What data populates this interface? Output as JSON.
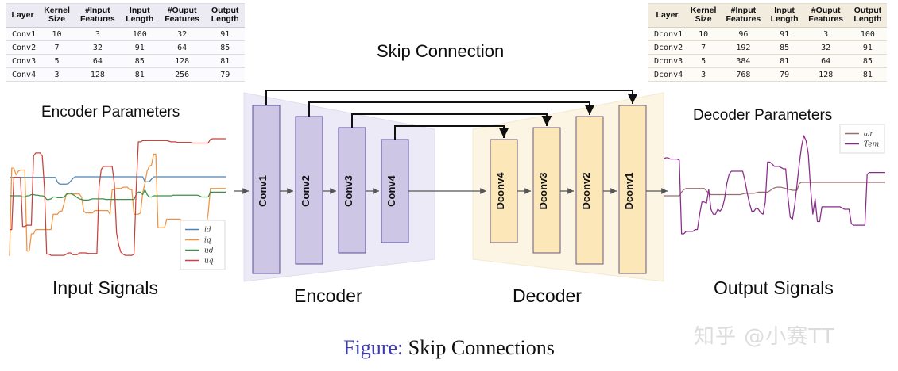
{
  "encoder_table": {
    "name": "Encoder Parameters",
    "headers": [
      "Layer",
      "Kernel Size",
      "#Input Features",
      "Input Length",
      "#Ouput Features",
      "Output Length"
    ],
    "rows": [
      [
        "Conv1",
        "10",
        "3",
        "100",
        "32",
        "91"
      ],
      [
        "Conv2",
        "7",
        "32",
        "91",
        "64",
        "85"
      ],
      [
        "Conv3",
        "5",
        "64",
        "85",
        "128",
        "81"
      ],
      [
        "Conv4",
        "3",
        "128",
        "81",
        "256",
        "79"
      ]
    ]
  },
  "decoder_table": {
    "name": "Decoder Parameters",
    "headers": [
      "Layer",
      "Kernel Size",
      "#Input Features",
      "Input Length",
      "#Ouput Features",
      "Output Length"
    ],
    "rows": [
      [
        "Dconv1",
        "10",
        "96",
        "91",
        "3",
        "100"
      ],
      [
        "Dconv2",
        "7",
        "192",
        "85",
        "32",
        "91"
      ],
      [
        "Dconv3",
        "5",
        "384",
        "81",
        "64",
        "85"
      ],
      [
        "Dconv4",
        "3",
        "768",
        "79",
        "128",
        "81"
      ]
    ]
  },
  "labels": {
    "encoder_params": "Encoder Parameters",
    "decoder_params": "Decoder Parameters",
    "skip_connection": "Skip Connection",
    "input_signals": "Input Signals",
    "output_signals": "Output Signals",
    "encoder": "Encoder",
    "decoder": "Decoder"
  },
  "caption": {
    "prefix": "Figure:",
    "text": "Skip Connections",
    "prefix_color": "#3c3cad"
  },
  "watermark": {
    "text": "知乎 @小赛TT"
  },
  "diagram": {
    "encoder_blocks": [
      {
        "label": "Conv1"
      },
      {
        "label": "Conv2"
      },
      {
        "label": "Conv3"
      },
      {
        "label": "Conv4"
      }
    ],
    "decoder_blocks": [
      {
        "label": "Dconv4"
      },
      {
        "label": "Dconv3"
      },
      {
        "label": "Dconv2"
      },
      {
        "label": "Dconv1"
      }
    ],
    "skip_links": [
      {
        "from": "Conv1",
        "to": "Dconv1"
      },
      {
        "from": "Conv2",
        "to": "Dconv2"
      },
      {
        "from": "Conv3",
        "to": "Dconv3"
      },
      {
        "from": "Conv4",
        "to": "Dconv4"
      }
    ],
    "colors": {
      "encoder_block_fill": "#cdc6e4",
      "encoder_block_stroke": "#5b4d9c",
      "encoder_trapezoid_fill": "#ecebf6",
      "decoder_block_fill": "#fbe7b8",
      "decoder_block_stroke": "#6b5a7a",
      "decoder_trapezoid_fill": "#fdf4e1",
      "arrow": "#555555",
      "skip_arrow": "#111111"
    }
  },
  "chart_data": [
    {
      "id": "input-signals-chart",
      "type": "line",
      "title": "Input Signals",
      "xlabel": "",
      "ylabel": "",
      "grid": false,
      "legend_position": "bottom-right",
      "xlim": [
        0,
        100
      ],
      "ylim": [
        -1.15,
        1.15
      ],
      "series": [
        {
          "name": "i_d",
          "color": "#4c85b5",
          "values": [
            0.3,
            0.3,
            0.3,
            0.3,
            0.3,
            0.3,
            0.3,
            0.3,
            0.3,
            0.3,
            0.3,
            0.3,
            0.3,
            0.3,
            0.3,
            0.3,
            0.3,
            0.3,
            0.3,
            0.3,
            0.3,
            0.3,
            0.22,
            0.19,
            0.19,
            0.19,
            0.19,
            0.2,
            0.24,
            0.28,
            0.31,
            0.31,
            0.31,
            0.31,
            0.31,
            0.31,
            0.31,
            0.31,
            0.31,
            0.31,
            0.31,
            0.31,
            0.31,
            0.31,
            0.31,
            0.31,
            0.31,
            0.31,
            0.31,
            0.31,
            0.31,
            0.31,
            0.31,
            0.31,
            0.31,
            0.31,
            0.31,
            0.31,
            0.31,
            0.31,
            0.31,
            0.31,
            0.23,
            0.23,
            0.23,
            0.27,
            0.31,
            0.31,
            0.31,
            0.31,
            0.31,
            0.31,
            0.31,
            0.31,
            0.31,
            0.31,
            0.31,
            0.31,
            0.31,
            0.31,
            0.31,
            0.31,
            0.31,
            0.31,
            0.31,
            0.31,
            0.31,
            0.31,
            0.31,
            0.31,
            0.31,
            0.31,
            0.31,
            0.31,
            0.31,
            0.31,
            0.31,
            0.31,
            0.31,
            0.31
          ]
        },
        {
          "name": "i_q",
          "color": "#ef9340",
          "values": [
            -0.98,
            0.45,
            0.45,
            0.34,
            0.4,
            0.42,
            0.42,
            0.42,
            -0.9,
            -0.9,
            -0.62,
            -0.62,
            -0.55,
            -0.55,
            -0.55,
            -0.55,
            -0.55,
            -0.55,
            -0.55,
            -0.55,
            -0.3,
            -0.3,
            -0.3,
            -0.25,
            -0.25,
            -0.12,
            0.03,
            0.03,
            0.03,
            0.03,
            0.03,
            0.03,
            0.03,
            -0.02,
            -0.25,
            -0.28,
            -0.28,
            -0.28,
            -0.28,
            -0.24,
            -0.24,
            -0.24,
            -0.24,
            -0.24,
            -0.24,
            -0.24,
            -0.3,
            0.1,
            0.1,
            0.12,
            0.12,
            0.12,
            0.14,
            0.14,
            0.14,
            0.1,
            0.1,
            -0.3,
            -0.3,
            -0.3,
            -0.28,
            0.05,
            0.2,
            0.4,
            0.48,
            0.5,
            0.68,
            0.68,
            -0.52,
            -0.52,
            -0.52,
            -0.52,
            -0.38,
            -0.38,
            -0.38,
            -0.38,
            -0.38,
            -0.38,
            -0.38,
            -0.4,
            -0.48,
            -0.48,
            -0.48,
            -0.48,
            -0.48,
            -0.48,
            -0.52,
            -0.52,
            -0.52,
            -0.52,
            -0.52,
            -0.28,
            0.12,
            0.12,
            0.12,
            0.12,
            0.12,
            0.12,
            0.12,
            0.12
          ]
        },
        {
          "name": "u_d",
          "color": "#3f9149",
          "values": [
            0.0,
            0.0,
            0.0,
            0.0,
            0.0,
            0.0,
            -0.02,
            -0.02,
            0.0,
            0.0,
            0.02,
            0.02,
            0.01,
            0.01,
            0.0,
            0.0,
            -0.01,
            -0.06,
            -0.06,
            -0.05,
            -0.02,
            -0.02,
            -0.03,
            -0.03,
            -0.03,
            -0.02,
            0.02,
            0.04,
            0.04,
            0.02,
            0.0,
            -0.03,
            -0.05,
            -0.06,
            -0.07,
            -0.07,
            -0.07,
            -0.06,
            -0.05,
            -0.05,
            -0.05,
            -0.05,
            -0.05,
            -0.05,
            -0.06,
            -0.06,
            -0.06,
            -0.06,
            -0.06,
            -0.06,
            -0.06,
            -0.06,
            -0.06,
            -0.06,
            -0.06,
            -0.06,
            -0.06,
            -0.06,
            0.02,
            0.06,
            0.06,
            0.02,
            0.1,
            0.02,
            -0.02,
            -0.02,
            0.0,
            0.0,
            0.0,
            0.0,
            0.0,
            0.0,
            0.0,
            0.0,
            0.0,
            0.01,
            0.01,
            0.01,
            0.01,
            0.01,
            0.01,
            0.01,
            0.01,
            0.01,
            0.01,
            0.01,
            0.01,
            0.0,
            -0.02,
            -0.02,
            -0.02,
            -0.02,
            0.06,
            0.06,
            0.06,
            0.06,
            0.06,
            0.06,
            0.06,
            0.06
          ]
        },
        {
          "name": "u_q",
          "color": "#c8413b",
          "values": [
            -0.55,
            -0.55,
            0.3,
            0.3,
            0.3,
            0.3,
            -0.5,
            -0.5,
            -0.48,
            -0.48,
            -0.48,
            0.65,
            0.7,
            0.7,
            0.7,
            0.65,
            0.12,
            -0.95,
            -0.95,
            -0.97,
            -0.97,
            -0.97,
            -0.97,
            -0.97,
            -0.97,
            -0.97,
            -0.95,
            -0.93,
            -0.93,
            -0.96,
            -0.96,
            -0.96,
            -0.93,
            -0.93,
            -0.93,
            -0.93,
            -0.94,
            -0.94,
            -0.94,
            -0.94,
            -0.94,
            0.15,
            0.43,
            0.48,
            0.48,
            0.48,
            0.48,
            0.48,
            0.2,
            -0.6,
            -0.8,
            -0.92,
            -0.95,
            -0.97,
            -0.97,
            -0.97,
            -0.97,
            -0.95,
            0.1,
            0.88,
            0.88,
            0.9,
            0.9,
            0.9,
            0.9,
            0.9,
            0.9,
            0.9,
            0.9,
            0.9,
            0.9,
            0.9,
            0.9,
            0.89,
            0.88,
            0.88,
            0.88,
            0.87,
            0.87,
            0.87,
            0.87,
            0.87,
            0.87,
            0.87,
            0.86,
            0.86,
            0.86,
            0.86,
            0.86,
            0.86,
            0.86,
            0.86,
            0.92,
            0.93,
            0.93,
            0.93,
            0.93,
            0.93,
            0.93,
            0.93
          ]
        }
      ]
    },
    {
      "id": "output-signals-chart",
      "type": "line",
      "title": "Output Signals",
      "xlabel": "",
      "ylabel": "",
      "grid": false,
      "legend_position": "top-right",
      "xlim": [
        0,
        100
      ],
      "ylim": [
        -1.15,
        1.15
      ],
      "series": [
        {
          "name": "omega_r",
          "color": "#9c6c6c",
          "values": [
            0.0,
            0.0,
            0.0,
            0.0,
            0.0,
            0.0,
            0.0,
            0.0,
            0.0,
            0.06,
            0.1,
            0.12,
            0.12,
            0.12,
            0.12,
            0.12,
            0.12,
            0.12,
            0.12,
            0.12,
            0.08,
            0.04,
            0.02,
            0.02,
            0.02,
            0.02,
            0.02,
            0.02,
            0.02,
            0.02,
            0.02,
            0.02,
            0.02,
            0.02,
            0.02,
            0.02,
            0.03,
            0.04,
            0.04,
            0.04,
            0.04,
            0.04,
            0.05,
            0.06,
            0.06,
            0.06,
            0.06,
            0.06,
            0.08,
            0.11,
            0.13,
            0.14,
            0.14,
            0.14,
            0.13,
            0.12,
            0.11,
            0.1,
            0.09,
            0.09,
            0.09,
            0.2,
            0.22,
            0.22,
            0.22,
            0.22,
            0.22,
            0.22,
            0.22,
            0.22,
            0.22,
            0.22,
            0.22,
            0.22,
            0.22,
            0.22,
            0.22,
            0.22,
            0.22,
            0.22,
            0.22,
            0.22,
            0.22,
            0.22,
            0.22,
            0.22,
            0.22,
            0.22,
            0.22,
            0.22,
            0.22,
            0.22,
            0.22,
            0.22,
            0.22,
            0.22,
            0.22,
            0.22,
            0.22,
            0.22
          ]
        },
        {
          "name": "T_em",
          "color": "#8b2a8b",
          "values": [
            -1.0,
            0.6,
            0.62,
            0.62,
            0.6,
            0.6,
            0.6,
            0.6,
            0.58,
            -0.62,
            -0.62,
            -0.58,
            -0.58,
            -0.58,
            -0.58,
            -0.55,
            -0.55,
            -0.3,
            -0.1,
            -0.1,
            -0.12,
            0.1,
            -0.22,
            -0.3,
            -0.3,
            -0.22,
            -0.25,
            -0.2,
            -0.05,
            0.2,
            0.35,
            0.4,
            0.4,
            0.4,
            0.4,
            0.4,
            0.4,
            0.25,
            0.05,
            -0.12,
            -0.25,
            -0.25,
            -0.2,
            -0.22,
            -0.28,
            -0.3,
            -0.1,
            0.55,
            0.55,
            0.52,
            0.48,
            0.48,
            0.48,
            0.46,
            0.44,
            0.44,
            -0.02,
            -0.35,
            -0.38,
            -0.15,
            0.18,
            0.52,
            0.8,
            0.98,
            0.9,
            0.68,
            0.12,
            -0.3,
            -0.05,
            -0.42,
            -0.42,
            -0.18,
            -0.18,
            -0.18,
            -0.18,
            -0.18,
            -0.18,
            -0.18,
            -0.18,
            -0.18,
            -0.2,
            -0.22,
            -0.22,
            -0.22,
            -0.45,
            -0.48,
            -0.48,
            -0.48,
            -0.48,
            -0.48,
            -0.48,
            0.35,
            0.38,
            0.38,
            0.38,
            0.38,
            0.38,
            0.38,
            0.38,
            0.38
          ]
        }
      ],
      "legend_labels": [
        "ωr",
        "Tem"
      ]
    }
  ]
}
